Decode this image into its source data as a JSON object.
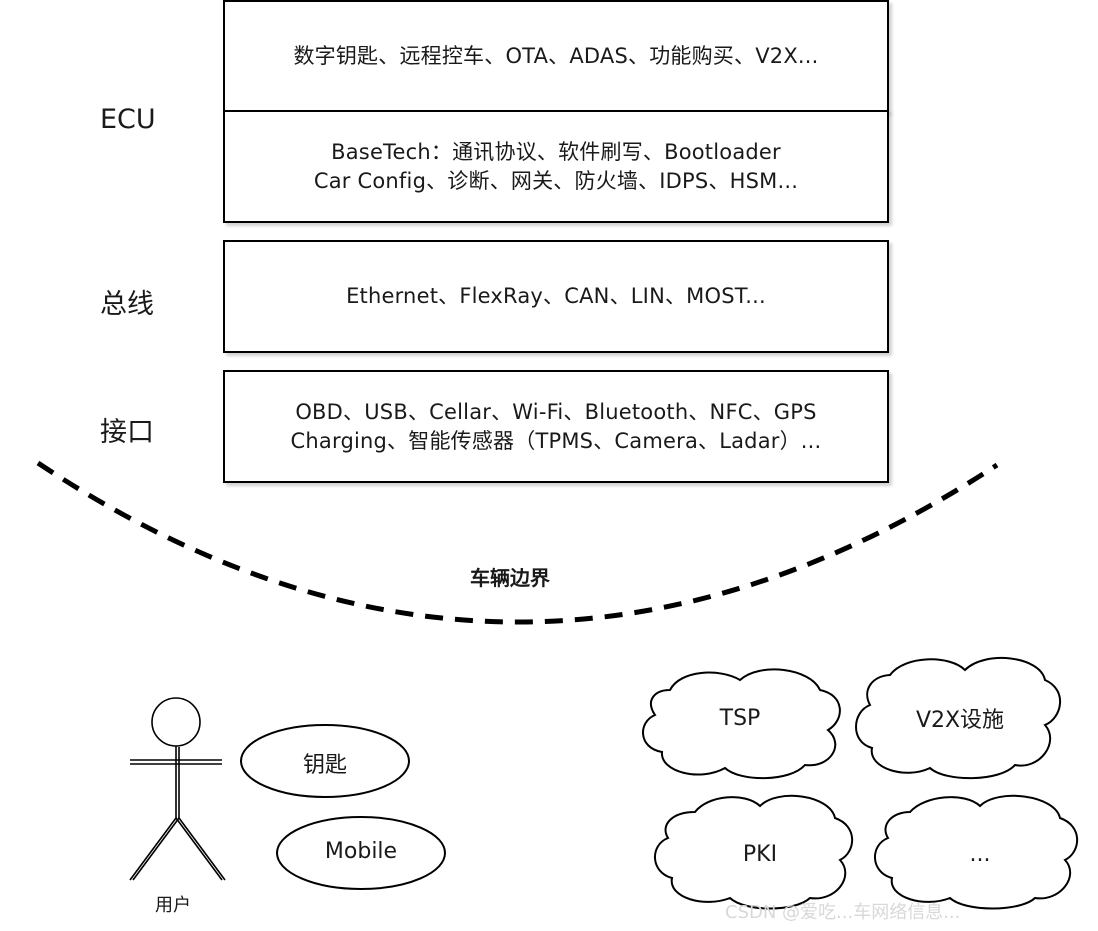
{
  "layers": {
    "ecu": {
      "label": "ECU",
      "apps_text": "数字钥匙、远程控车、OTA、ADAS、功能购买、V2X...",
      "base_line1": "BaseTech：通讯协议、软件刷写、Bootloader",
      "base_line2": "Car Config、诊断、网关、防火墙、IDPS、HSM..."
    },
    "bus": {
      "label": "总线",
      "text": "Ethernet、FlexRay、CAN、LIN、MOST..."
    },
    "interface": {
      "label": "接口",
      "line1": "OBD、USB、Cellar、Wi-Fi、Bluetooth、NFC、GPS",
      "line2": "Charging、智能传感器（TPMS、Camera、Ladar）..."
    }
  },
  "boundary": {
    "label": "车辆边界"
  },
  "user_side": {
    "actor_label": "用户",
    "items": [
      "钥匙",
      "Mobile"
    ]
  },
  "cloud_side": {
    "items": [
      "TSP",
      "V2X设施",
      "PKI",
      "..."
    ]
  },
  "watermark": "CSDN @爱吃...车网络信息..."
}
